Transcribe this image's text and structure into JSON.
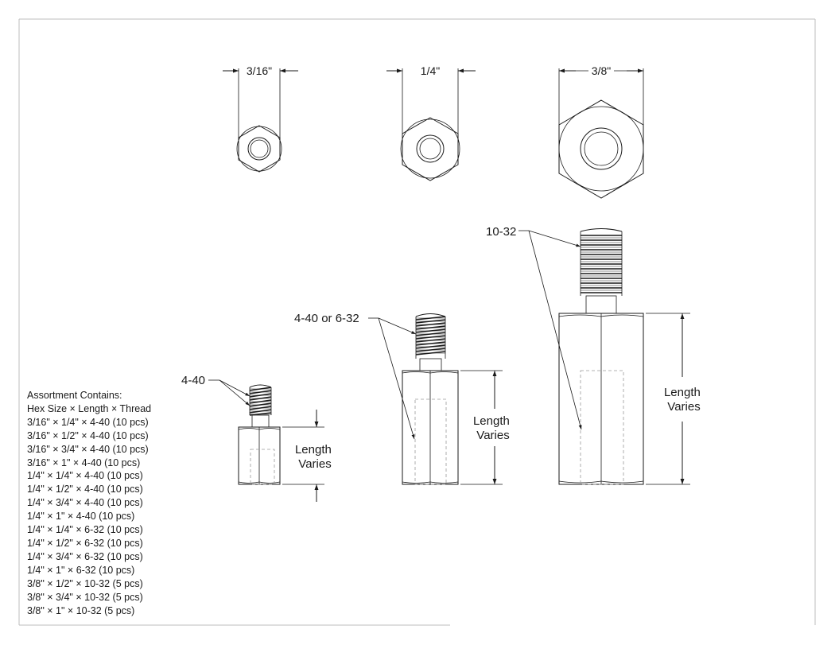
{
  "hex_views": [
    {
      "dimension_label": "3/16\""
    },
    {
      "dimension_label": "1/4\""
    },
    {
      "dimension_label": "3/8\""
    }
  ],
  "standoffs": [
    {
      "thread_label": "4-40",
      "length_label": [
        "Length",
        "Varies"
      ]
    },
    {
      "thread_label": "4-40 or 6-32",
      "length_label": [
        "Length",
        "Varies"
      ]
    },
    {
      "thread_label": "10-32",
      "length_label": [
        "Length",
        "Varies"
      ]
    }
  ],
  "assortment": {
    "title": "Assortment Contains:",
    "header": "Hex Size × Length × Thread",
    "items": [
      "3/16\" × 1/4\" × 4-40 (10 pcs)",
      "3/16\" × 1/2\" × 4-40 (10 pcs)",
      "3/16\" × 3/4\" × 4-40 (10 pcs)",
      "3/16\" × 1\" × 4-40 (10 pcs)",
      "1/4\" × 1/4\" × 4-40 (10 pcs)",
      "1/4\" × 1/2\" × 4-40 (10 pcs)",
      "1/4\" × 3/4\" × 4-40 (10 pcs)",
      "1/4\" × 1\" × 4-40 (10 pcs)",
      "1/4\" × 1/4\" × 6-32 (10 pcs)",
      "1/4\" × 1/2\" × 6-32 (10 pcs)",
      "1/4\" × 3/4\" × 6-32 (10 pcs)",
      "1/4\" × 1\" × 6-32 (10 pcs)",
      "3/8\" × 1/2\" × 10-32 (5 pcs)",
      "3/8\" × 3/4\" × 10-32 (5 pcs)",
      "3/8\" × 1\" × 10-32 (5 pcs)"
    ]
  }
}
